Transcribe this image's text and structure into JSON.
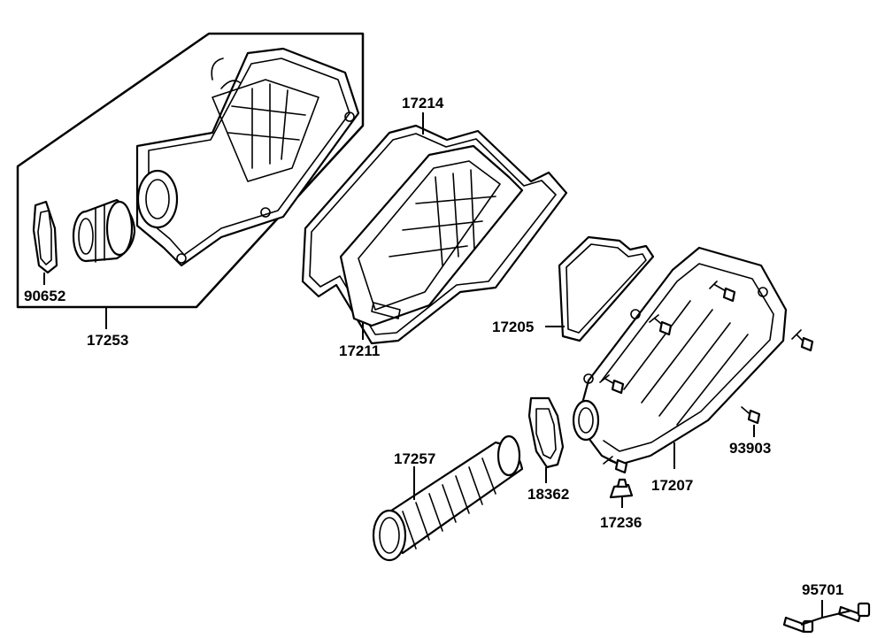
{
  "diagram": {
    "labels": {
      "p90652": "90652",
      "p17253": "17253",
      "p17214": "17214",
      "p17211": "17211",
      "p17205": "17205",
      "p17207": "17207",
      "p93903": "93903",
      "p17257": "17257",
      "p18362": "18362",
      "p17236": "17236",
      "p95701": "95701"
    }
  }
}
